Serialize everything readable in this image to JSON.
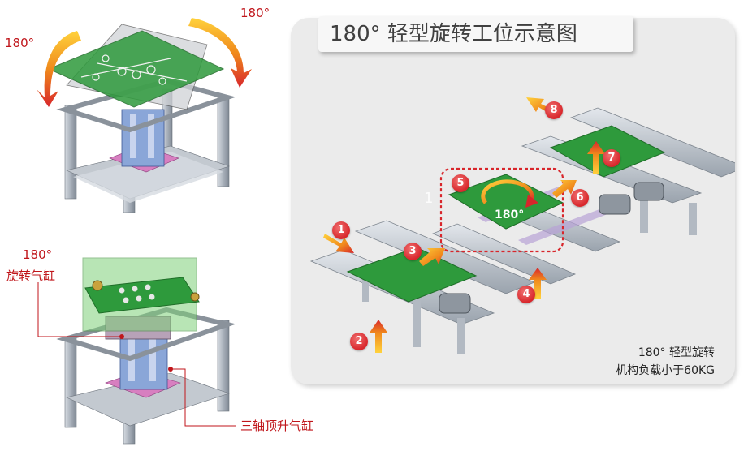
{
  "title": "180° 轻型旋转工位示意图",
  "top_left": {
    "deg_left": "180°",
    "deg_right": "180°"
  },
  "bottom_left": {
    "rotate_cylinder_deg": "180°",
    "rotate_cylinder_label": "旋转气缸",
    "lift_cylinder_label": "三轴顶升气缸"
  },
  "right_panel": {
    "rotate_badge": "180°",
    "ghost_number": "1",
    "caption_line1": "180° 轻型旋转",
    "caption_line2": "机构负载小于60KG",
    "steps": [
      "1",
      "2",
      "3",
      "4",
      "5",
      "6",
      "7",
      "8"
    ]
  },
  "colors": {
    "accent_red": "#c0161b",
    "board_green": "#2e9a3c",
    "arrow_orange": "#f08a1c",
    "frame_gray": "#a9b1bb"
  }
}
